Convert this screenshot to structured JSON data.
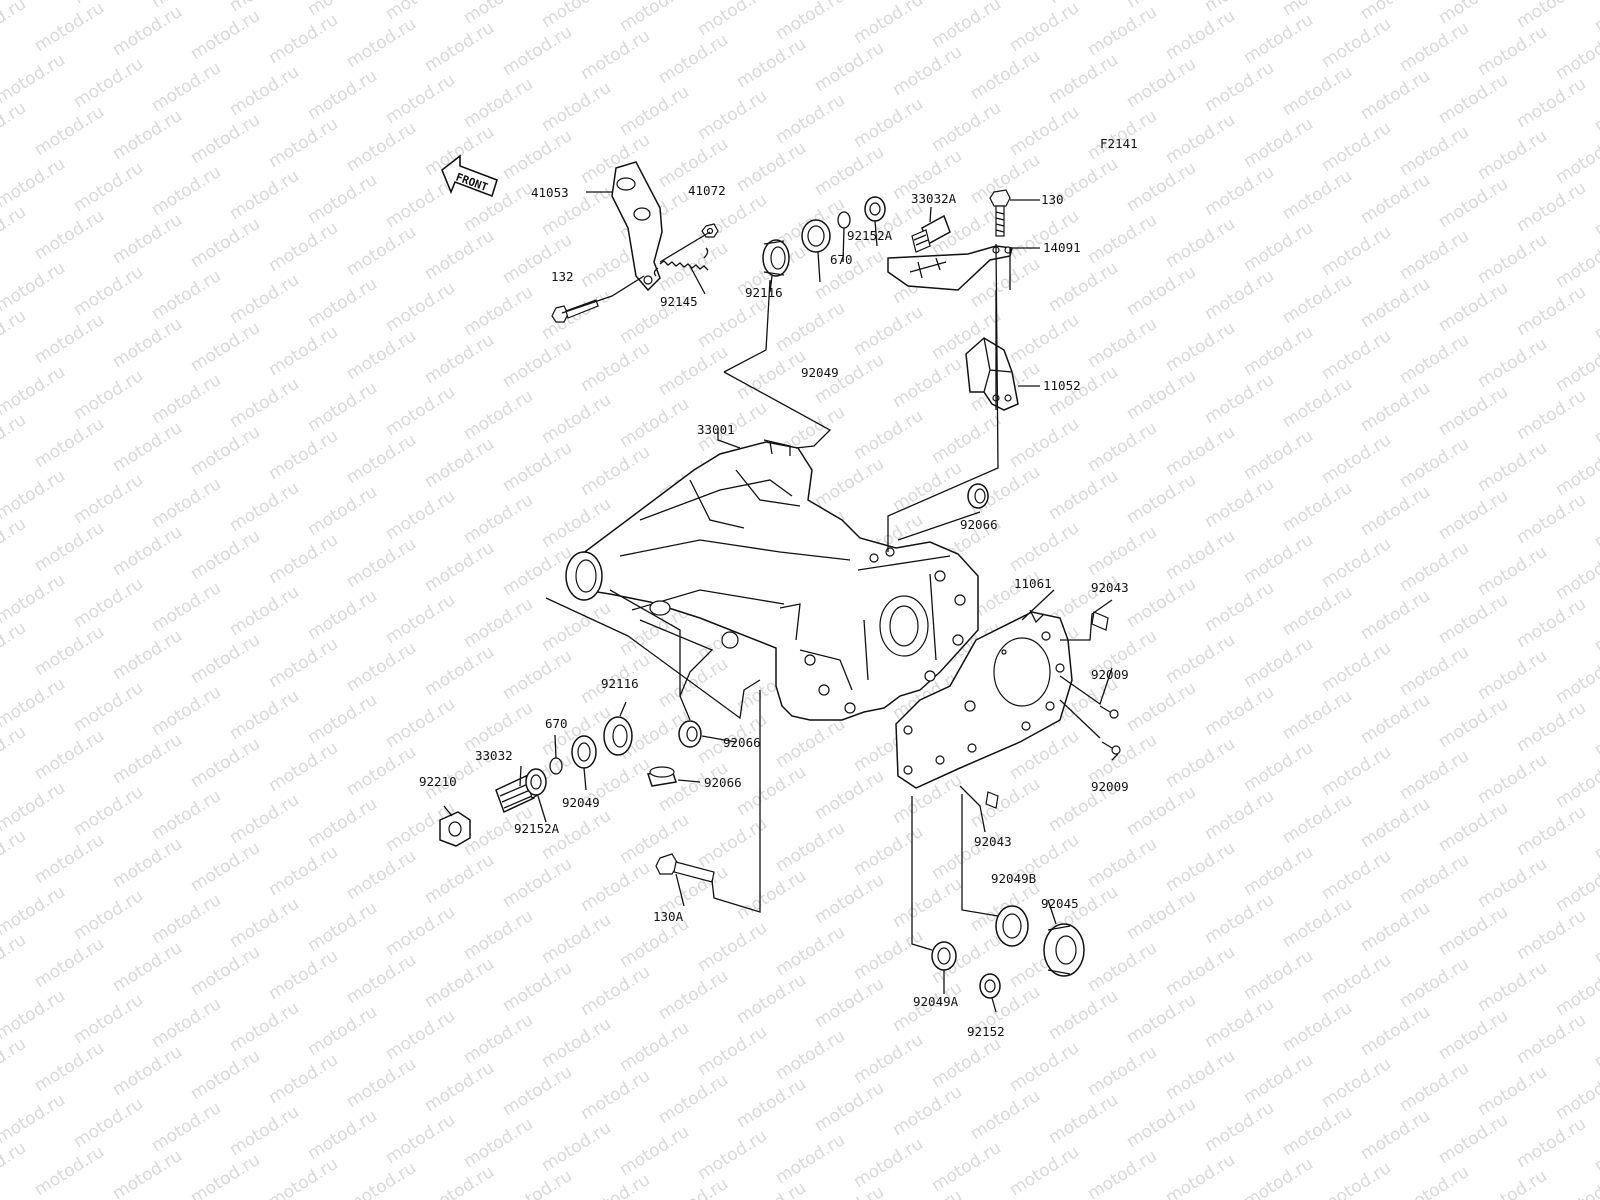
{
  "diagram": {
    "figure_code": "F2141",
    "front_arrow_label": "FRONT",
    "watermark_text": "motod.ru",
    "callouts": [
      {
        "id": "c41053",
        "text": "41053"
      },
      {
        "id": "c41072",
        "text": "41072"
      },
      {
        "id": "c132",
        "text": "132"
      },
      {
        "id": "c92145",
        "text": "92145"
      },
      {
        "id": "c92116a",
        "text": "92116"
      },
      {
        "id": "c670a",
        "text": "670"
      },
      {
        "id": "c92152Aa",
        "text": "92152A"
      },
      {
        "id": "c33032A",
        "text": "33032A"
      },
      {
        "id": "c130",
        "text": "130"
      },
      {
        "id": "c14091",
        "text": "14091"
      },
      {
        "id": "c92049a",
        "text": "92049"
      },
      {
        "id": "c11052",
        "text": "11052"
      },
      {
        "id": "c33001",
        "text": "33001"
      },
      {
        "id": "c92066a",
        "text": "92066"
      },
      {
        "id": "c11061",
        "text": "11061"
      },
      {
        "id": "c92043a",
        "text": "92043"
      },
      {
        "id": "c92009a",
        "text": "92009"
      },
      {
        "id": "c92009b",
        "text": "92009"
      },
      {
        "id": "c92116b",
        "text": "92116"
      },
      {
        "id": "c670b",
        "text": "670"
      },
      {
        "id": "c33032",
        "text": "33032"
      },
      {
        "id": "c92210",
        "text": "92210"
      },
      {
        "id": "c92152Ab",
        "text": "92152A"
      },
      {
        "id": "c92049b",
        "text": "92049"
      },
      {
        "id": "c92066b",
        "text": "92066"
      },
      {
        "id": "c92066c",
        "text": "92066"
      },
      {
        "id": "c92043b",
        "text": "92043"
      },
      {
        "id": "c92049B",
        "text": "92049B"
      },
      {
        "id": "c92045",
        "text": "92045"
      },
      {
        "id": "c130A",
        "text": "130A"
      },
      {
        "id": "c92049A",
        "text": "92049A"
      },
      {
        "id": "c92152",
        "text": "92152"
      }
    ]
  }
}
